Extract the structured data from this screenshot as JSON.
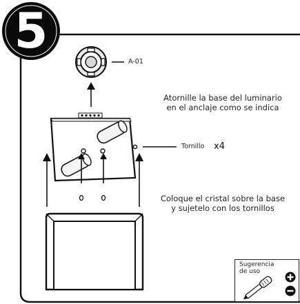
{
  "step": {
    "number": "5"
  },
  "parts": {
    "anchor_label": "A-01",
    "screw_label": "Tornillo",
    "screw_qty": "x4"
  },
  "instructions": {
    "line1a": "Atornille la base del luminario",
    "line1b": "en el anclaje como se indica",
    "line2a": "Coloque el cristal sobre la base",
    "line2b": "y sujetelo con los tornillos"
  },
  "tip": {
    "title": "Sugerencia de uso",
    "line1": "Sugerencia",
    "line2": "de uso"
  },
  "colors": {
    "ink": "#111111",
    "paper": "#ffffff"
  }
}
